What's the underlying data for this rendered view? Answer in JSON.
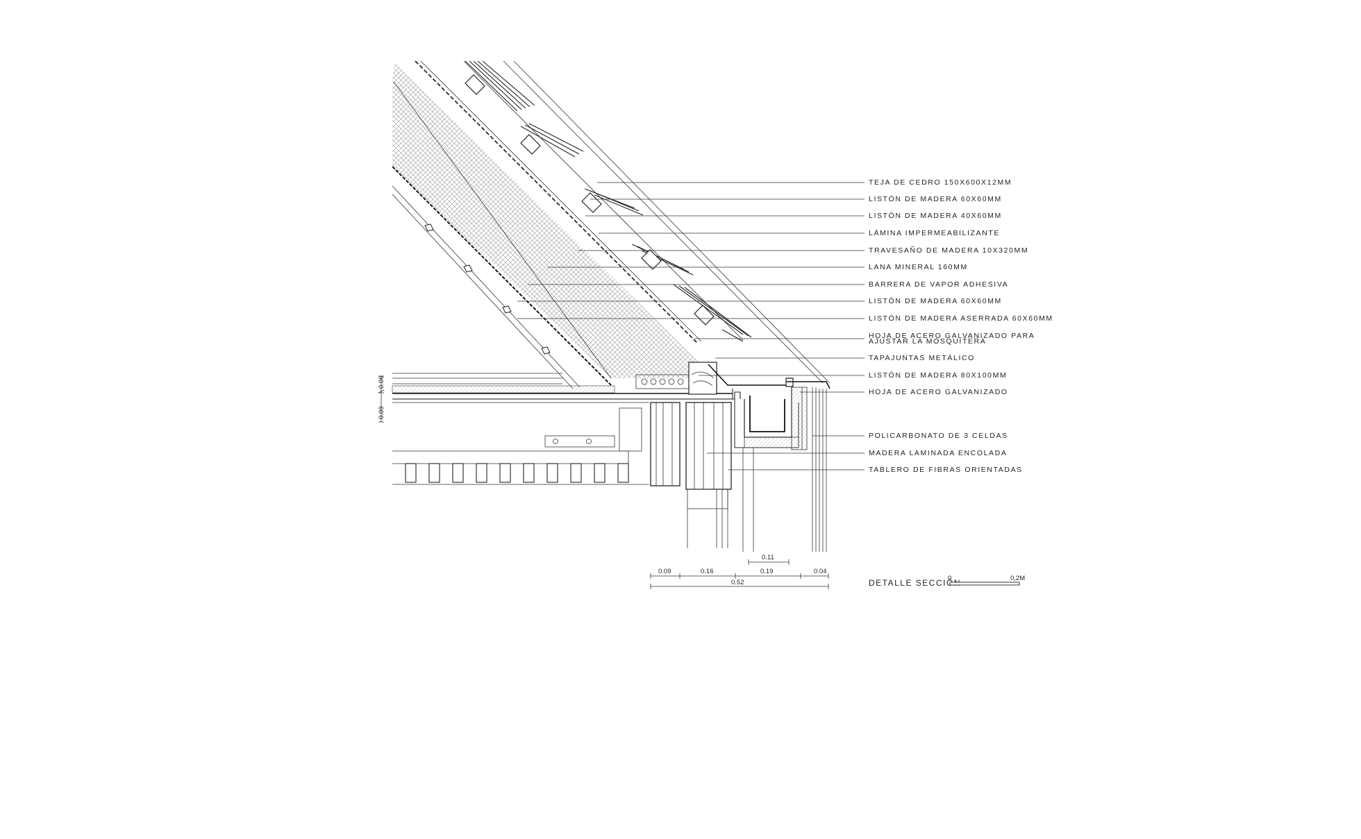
{
  "labels": [
    "TEJA DE CEDRO 150X600X12MM",
    "LISTÓN DE MADERA 60X60MM",
    "LISTÓN DE MADERA 40X60MM",
    "LÁMINA IMPERMEABILIZANTE",
    "TRAVESAÑO DE MADERA 10X320MM",
    "LANA MINERAL 160MM",
    "BARRERA DE VAPOR ADHESIVA",
    "LISTÓN DE MADERA 60X60MM",
    "LISTÓN DE MADERA ASERRADA 60X60MM",
    "HOJA DE ACERO GALVANIZADO PARA",
    "AJUSTAR LA MOSQUITERA",
    "TAPAJUNTAS METÁLICO",
    "LISTÓN DE MADERA 80X100MM",
    "HOJA DE ACERO GALVANIZADO",
    "POLICARBONATO DE  3 CELDAS",
    "MADERA LAMINADA ENCOLADA",
    "TABLERO DE FIBRAS ORIENTADAS"
  ],
  "dimensions": {
    "vertical": [
      "0.06",
      "0.09"
    ],
    "horizontal_top": "0.11",
    "horizontal_row": [
      "0.09",
      "0.16",
      "0.19",
      "0.04"
    ],
    "horizontal_total": "0.52"
  },
  "scale": {
    "title": "DETALLE SECCIÓN",
    "start": "0",
    "end": "0,2M"
  }
}
